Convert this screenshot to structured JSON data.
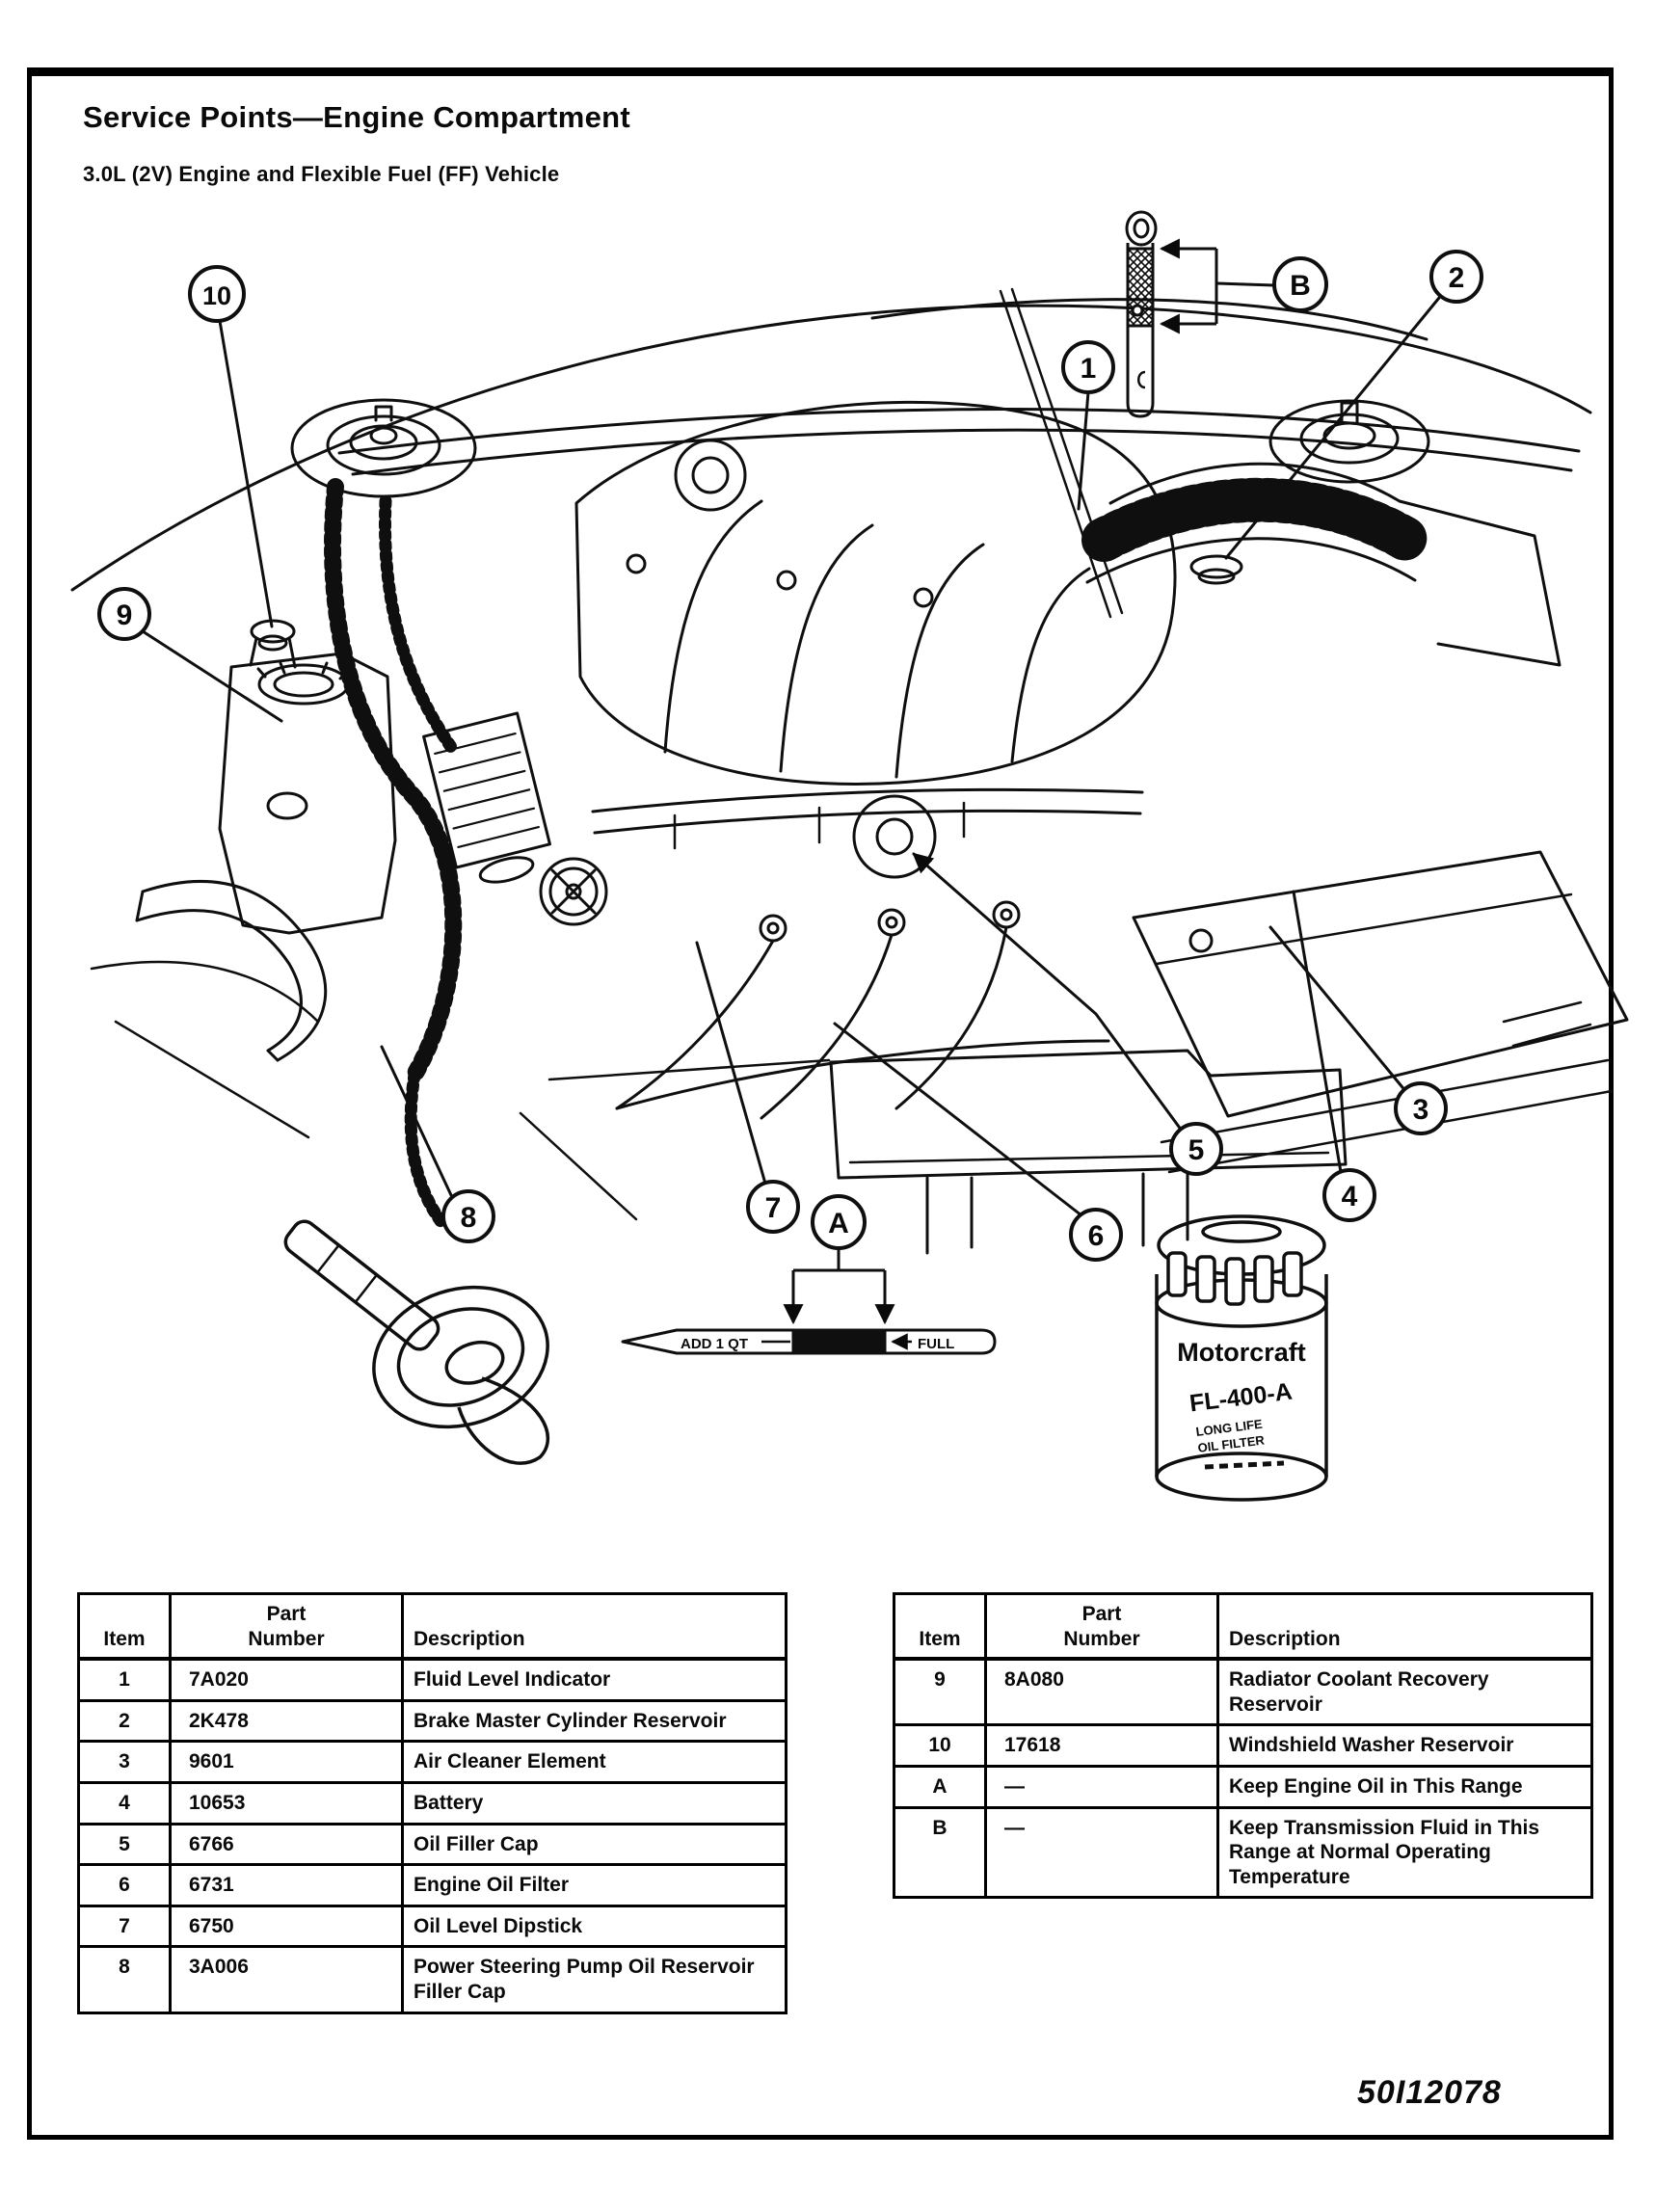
{
  "page": {
    "title": "Service Points—Engine Compartment",
    "subtitle": "3.0L (2V) Engine and Flexible Fuel (FF) Vehicle",
    "figure_code": "50I12078"
  },
  "diagram": {
    "callouts": [
      {
        "label": "1"
      },
      {
        "label": "2"
      },
      {
        "label": "3"
      },
      {
        "label": "4"
      },
      {
        "label": "5"
      },
      {
        "label": "6"
      },
      {
        "label": "7"
      },
      {
        "label": "8"
      },
      {
        "label": "9"
      },
      {
        "label": "10"
      },
      {
        "label": "A"
      },
      {
        "label": "B"
      }
    ],
    "oil_level_strip": {
      "add_label": "ADD 1 QT",
      "full_label": "FULL"
    },
    "oil_filter": {
      "brand": "Motorcraft",
      "model": "FL-400-A",
      "line1": "LONG LIFE",
      "line2": "OIL FILTER"
    }
  },
  "tables": {
    "headers": {
      "item": "Item",
      "part_line1": "Part",
      "part_line2": "Number",
      "description": "Description"
    },
    "left": {
      "rows": [
        {
          "item": "1",
          "part": "7A020",
          "description": "Fluid Level Indicator"
        },
        {
          "item": "2",
          "part": "2K478",
          "description": "Brake Master Cylinder Reservoir"
        },
        {
          "item": "3",
          "part": "9601",
          "description": "Air Cleaner Element"
        },
        {
          "item": "4",
          "part": "10653",
          "description": "Battery"
        },
        {
          "item": "5",
          "part": "6766",
          "description": "Oil Filler Cap"
        },
        {
          "item": "6",
          "part": "6731",
          "description": "Engine Oil Filter"
        },
        {
          "item": "7",
          "part": "6750",
          "description": "Oil Level Dipstick"
        },
        {
          "item": "8",
          "part": "3A006",
          "description": "Power Steering Pump Oil Reservoir Filler Cap"
        }
      ]
    },
    "right": {
      "rows": [
        {
          "item": "9",
          "part": "8A080",
          "description": "Radiator Coolant Recovery Reservoir"
        },
        {
          "item": "10",
          "part": "17618",
          "description": "Windshield Washer Reservoir"
        },
        {
          "item": "A",
          "part": "—",
          "description": "Keep Engine Oil in This Range"
        },
        {
          "item": "B",
          "part": "—",
          "description": "Keep Transmission Fluid in This Range at Normal Operating Temperature"
        }
      ]
    }
  }
}
